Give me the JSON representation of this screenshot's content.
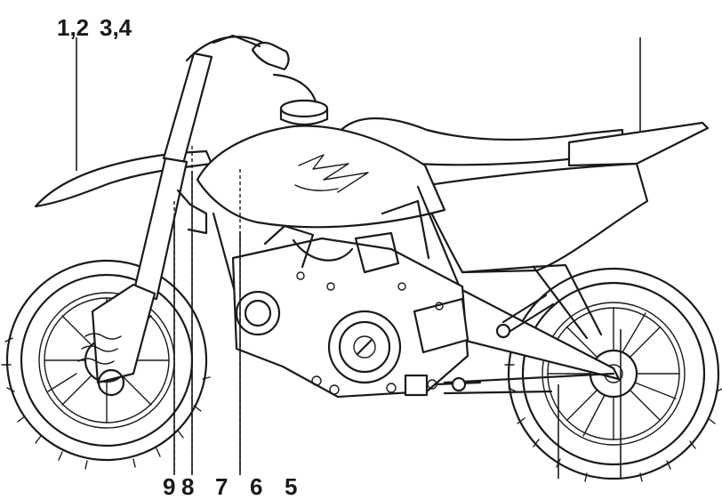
{
  "labels": {
    "top_left_a": "1,2",
    "top_left_b": "3,4",
    "bottom_9": "9",
    "bottom_8": "8",
    "bottom_7": "7",
    "bottom_6": "6",
    "bottom_5": "5"
  },
  "colors": {
    "ink": "#1a1a1a",
    "background": "#ffffff"
  }
}
